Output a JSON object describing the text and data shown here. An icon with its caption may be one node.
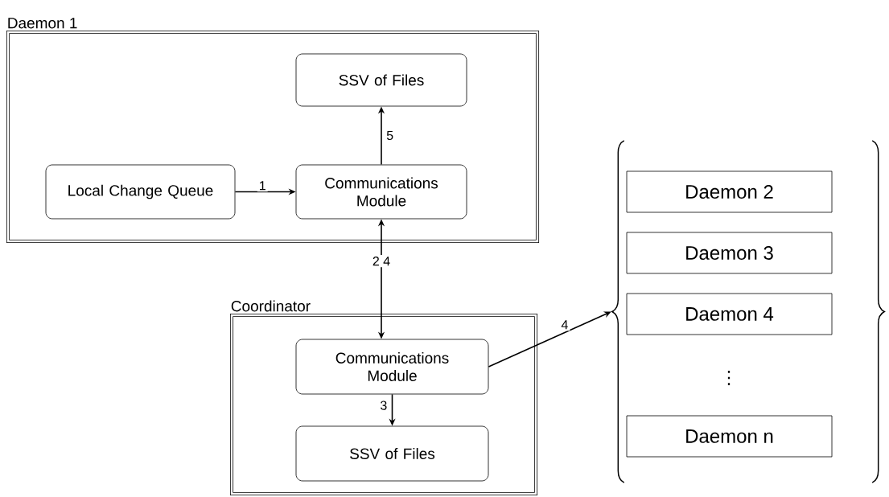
{
  "diagram": {
    "nodes": [
      {
        "text": [
          "Daemon 1"
        ]
      },
      {
        "text": [
          "SSV of Files"
        ],
        "in": 0
      },
      {
        "text": [
          "Local Change Queue"
        ],
        "in": 0
      },
      {
        "text": [
          "Communications Module"
        ],
        "in": 0
      },
      {
        "text": [
          "Coordinator"
        ]
      },
      {
        "text": [
          "Communications Module"
        ],
        "in": 4
      },
      {
        "text": [
          "SSV of Files"
        ],
        "in": 4
      },
      {
        "text": [],
        "shape": "brace"
      },
      {
        "text": [
          "Daemon 2"
        ],
        "in": 7
      },
      {
        "text": [
          "Daemon 3"
        ],
        "in": 7
      },
      {
        "text": [
          "Daemon 4"
        ],
        "in": 7
      },
      {
        "text": [
          "Daemon n"
        ],
        "in": 7
      }
    ],
    "edges": [
      {
        "from": 2,
        "to": 3,
        "arrow": "to",
        "label": "1"
      },
      {
        "from": 3,
        "to": 1,
        "arrow": "to",
        "label": "5"
      },
      {
        "from": 3,
        "to": 5,
        "arrow": "both",
        "label": "2 4"
      },
      {
        "from": 5,
        "to": 6,
        "arrow": "to",
        "label": "3"
      },
      {
        "from": 5,
        "to": 7,
        "arrow": "to",
        "label": "4"
      }
    ],
    "labels": [
      "⋮"
    ]
  }
}
